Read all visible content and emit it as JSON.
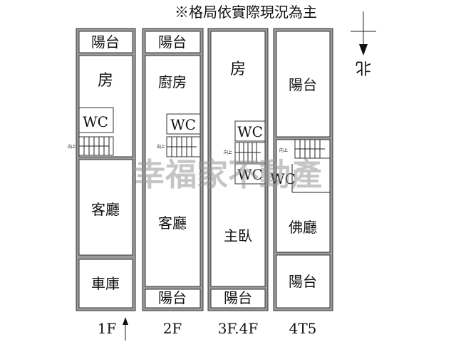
{
  "notice": "※格局依實際現況為主",
  "compass": {
    "label": "北"
  },
  "watermark": "幸福家不動產",
  "floors": [
    {
      "label": "1F",
      "rooms": [
        "陽台",
        "房",
        "WC",
        "客廳",
        "車庫"
      ],
      "stair_label": "向上"
    },
    {
      "label": "2F",
      "rooms": [
        "陽台",
        "廚房",
        "WC",
        "客廳",
        "陽台"
      ],
      "stair_label": "向上"
    },
    {
      "label": "3F.4F",
      "rooms": [
        "房",
        "WC",
        "WC",
        "主臥",
        "陽台"
      ],
      "stair_label": "向上"
    },
    {
      "label": "4T5",
      "rooms": [
        "陽台",
        "WC",
        "佛廳",
        "陽台"
      ],
      "stair_label": "向上"
    }
  ],
  "colors": {
    "wall": "#9a9a9a",
    "line": "#222222",
    "watermark": "#969696"
  }
}
